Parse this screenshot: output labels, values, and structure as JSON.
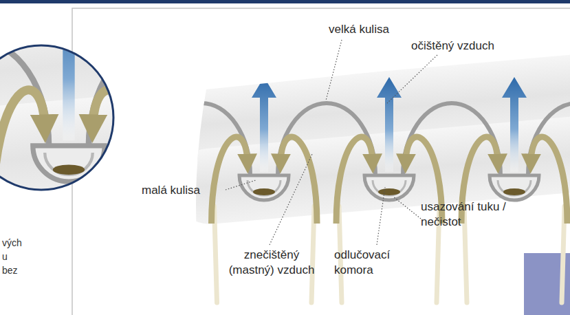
{
  "diagram": {
    "labels": [
      "velká kulisa",
      "očištěný vzduch",
      "malá kulisa",
      "usazování tuku / nečistot",
      "znečištěný (mastný) vzduch",
      "odlučovací komora",
      "vých",
      "u",
      "bez"
    ]
  }
}
